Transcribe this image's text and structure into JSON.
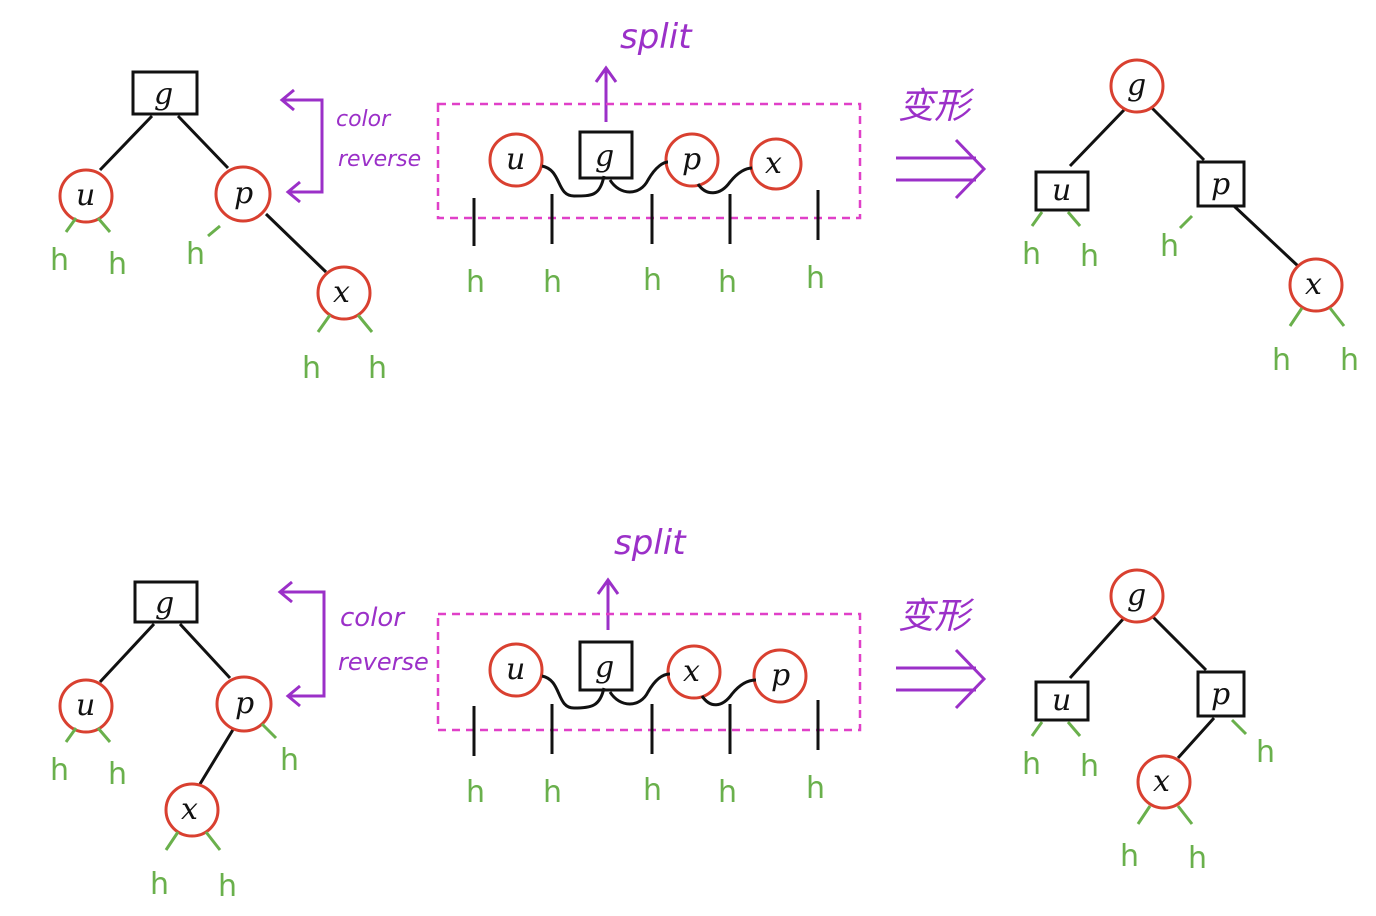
{
  "colors": {
    "red_node": "#d94030",
    "black": "#111111",
    "leaf_green": "#6ab04c",
    "annotation_purple": "#9b30c8",
    "dashed_box": "#e040c8"
  },
  "labels": {
    "g": "g",
    "u": "u",
    "p": "p",
    "x": "x",
    "h": "h",
    "color": "color",
    "reverse": "reverse",
    "split": "split",
    "transform": "变形"
  },
  "rows": [
    {
      "id": "top",
      "variant": "right-right"
    },
    {
      "id": "bottom",
      "variant": "right-left"
    }
  ]
}
